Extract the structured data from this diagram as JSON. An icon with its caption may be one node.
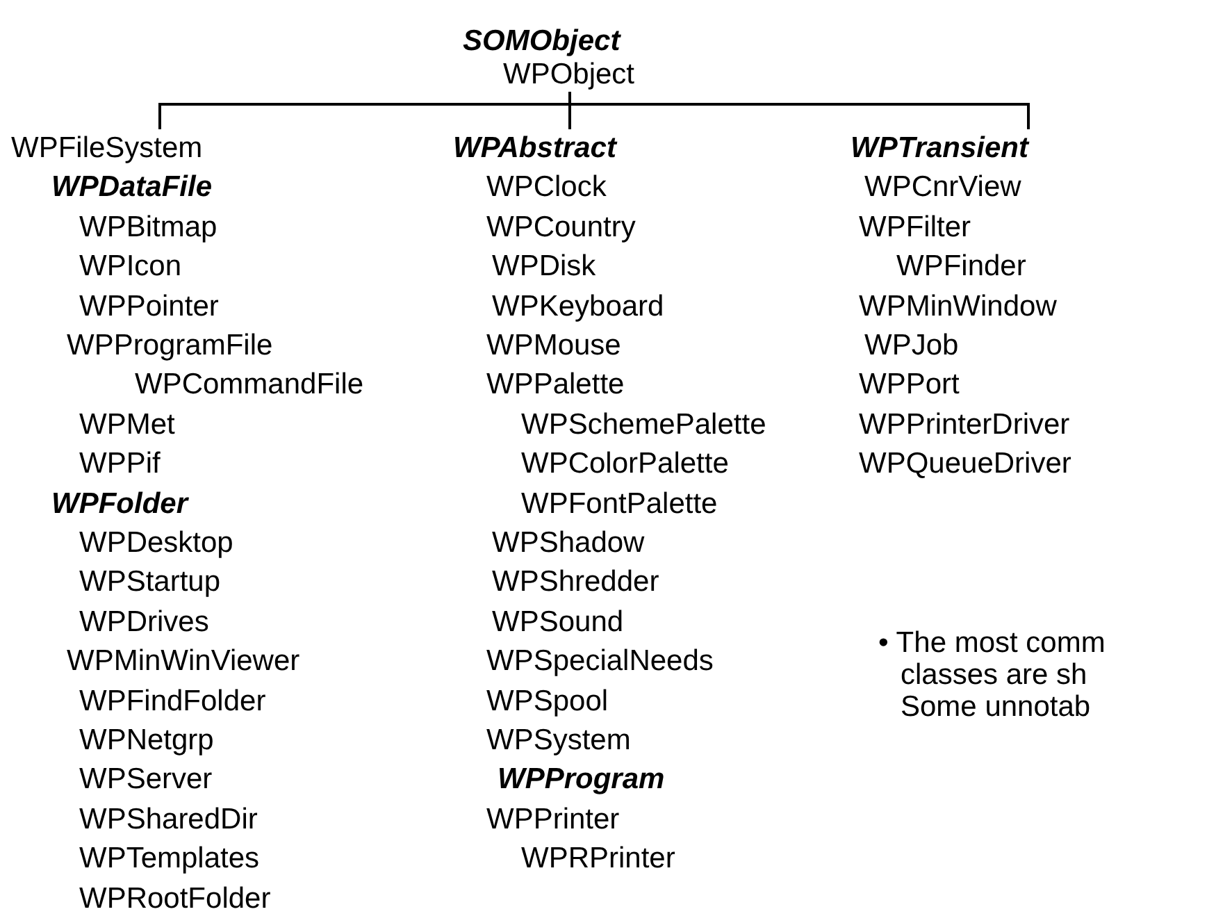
{
  "diagram": {
    "nodes": [
      {
        "text": [
          "WPObject"
        ]
      },
      {
        "text": [
          "WPFileSystem"
        ]
      },
      {
        "text": [
          "WPAbstract"
        ]
      },
      {
        "text": [
          "WPTransient"
        ]
      }
    ],
    "edges": [
      {
        "from": 0,
        "to": 1,
        "arrow": "none"
      },
      {
        "from": 0,
        "to": 2,
        "arrow": "none"
      },
      {
        "from": 0,
        "to": 3,
        "arrow": "none"
      }
    ],
    "labels": [
      "SOMObject",
      "WPDataFile",
      "WPBitmap",
      "WPIcon",
      "WPPointer",
      "WPProgramFile",
      "WPCommandFile",
      "WPMet",
      "WPPif",
      "WPFolder",
      "WPDesktop",
      "WPStartup",
      "WPDrives",
      "WPMinWinViewer",
      "WPFindFolder",
      "WPNetgrp",
      "WPServer",
      "WPSharedDir",
      "WPTemplates",
      "WPRootFolder",
      "WPClock",
      "WPCountry",
      "WPDisk",
      "WPKeyboard",
      "WPMouse",
      "WPPalette",
      "WPSchemePalette",
      "WPColorPalette",
      "WPFontPalette",
      "WPShadow",
      "WPShredder",
      "WPSound",
      "WPSpecialNeeds",
      "WPSpool",
      "WPSystem",
      "WPProgram",
      "WPPrinter",
      "WPRPrinter",
      "WPCnrView",
      "WPFilter",
      "WPFinder",
      "WPMinWindow",
      "WPJob",
      "WPPort",
      "WPPrinterDriver",
      "WPQueueDriver",
      "• The most comm",
      "classes are sh",
      "Some unnotab"
    ]
  }
}
